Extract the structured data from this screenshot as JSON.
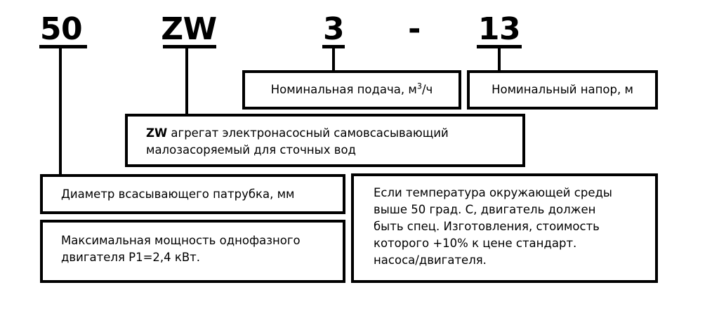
{
  "diagram": {
    "title_code": "50 ZW 3 - 13",
    "tokens": [
      {
        "name": "suction-diameter",
        "text": "50"
      },
      {
        "name": "series",
        "text": "ZW"
      },
      {
        "name": "nominal-flow",
        "text": "3"
      },
      {
        "name": "separator",
        "text": "-"
      },
      {
        "name": "nominal-head",
        "text": "13"
      }
    ],
    "callouts": {
      "flow": "Номинальная подача, м3/ч",
      "flow_main": "Номинальная подача, м",
      "flow_sup": "3",
      "flow_tail": "/ч",
      "head": "Номинальный напор, м",
      "series_prefix": "ZW",
      "series_text": " агрегат электронасосный самовсасывающий\nмалозасоряемый для сточных вод",
      "diameter": "Диаметр всасывающего патрубка, мм",
      "power": "Максимальная мощность однофазного\nдвигателя Р1=2,4 кВт.",
      "temperature": "Если температура окружающей среды\nвыше 50 град. С, двигатель должен\nбыть спец. Изготовления, стоимость\nкоторого +10% к цене стандарт.\nнасоса/двигателя."
    },
    "colors": {
      "line": "#000000",
      "background": "#ffffff",
      "text": "#000000"
    }
  }
}
